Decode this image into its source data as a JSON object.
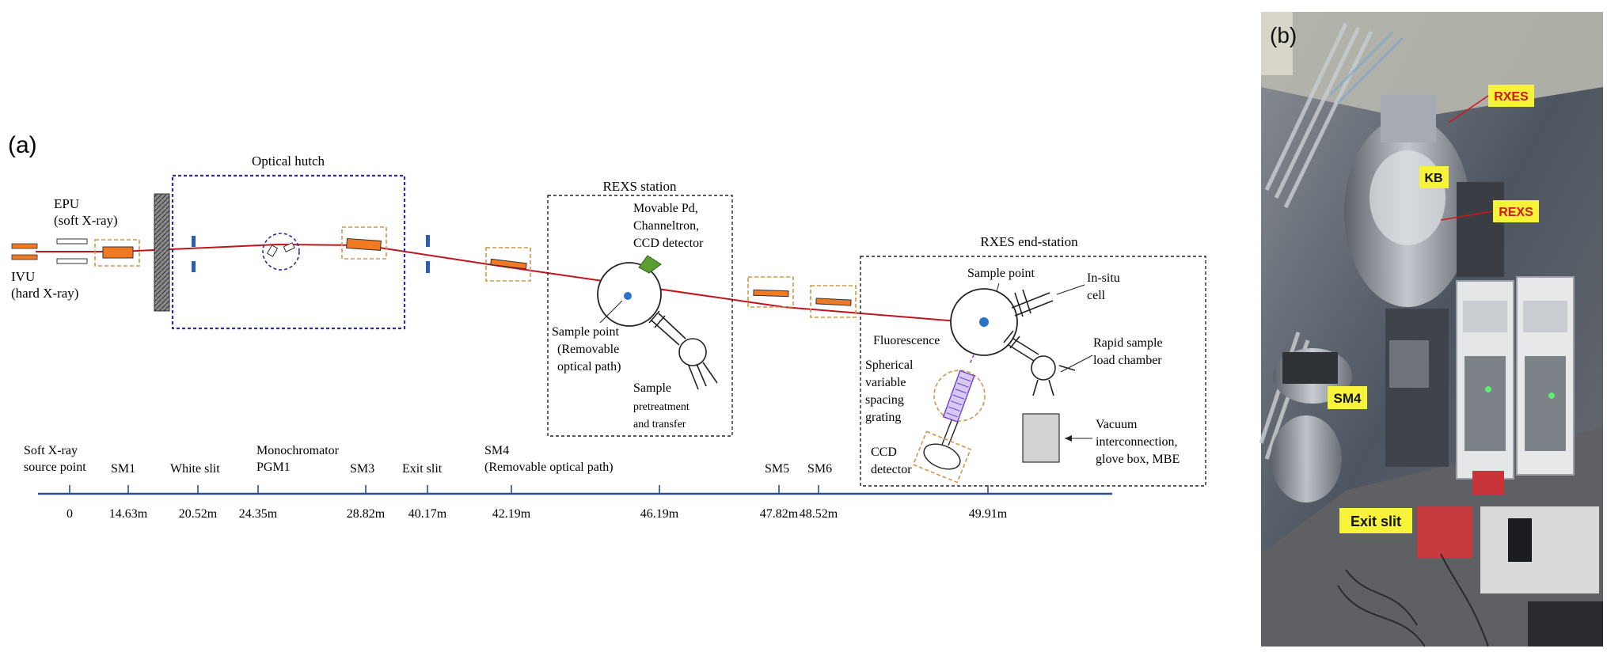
{
  "panel_a": {
    "label": "(a)",
    "sources": {
      "epu_name": "EPU",
      "epu_desc": "(soft X-ray)",
      "ivu_name": "IVU",
      "ivu_desc": "(hard X-ray)"
    },
    "optical_hutch": {
      "title": "Optical hutch"
    },
    "rexs_station": {
      "title": "REXS station",
      "detector_lines": [
        "Movable Pd,",
        "Channeltron,",
        "CCD detector"
      ],
      "sample_lines": [
        "Sample point",
        "(Removable",
        "optical path)"
      ],
      "pretreat_lines": [
        "Sample",
        "pretreatment",
        "and transfer"
      ]
    },
    "rxes_station": {
      "title": "RXES end-station",
      "sample_point": "Sample point",
      "insitu_lines": [
        "In-situ",
        "cell"
      ],
      "fluorescence": "Fluorescence",
      "grating_lines": [
        "Spherical",
        "variable",
        "spacing",
        "grating"
      ],
      "ccd_lines": [
        "CCD",
        "detector"
      ],
      "load_lines": [
        "Rapid sample",
        "load chamber"
      ],
      "vacuum_lines": [
        "Vacuum",
        "interconnection,",
        "glove box, MBE"
      ]
    },
    "scale": {
      "components": [
        {
          "lines": [
            "Soft X-ray",
            "source point"
          ]
        },
        {
          "lines": [
            "SM1"
          ]
        },
        {
          "lines": [
            "White slit"
          ]
        },
        {
          "lines": [
            "Monochromator",
            "PGM1"
          ]
        },
        {
          "lines": [
            "SM3"
          ]
        },
        {
          "lines": [
            "Exit slit"
          ]
        },
        {
          "lines": [
            "SM4",
            "(Removable optical path)"
          ]
        },
        {
          "lines": []
        },
        {
          "lines": [
            "SM5"
          ]
        },
        {
          "lines": [
            "SM6"
          ]
        },
        {
          "lines": []
        }
      ],
      "distances": [
        "0",
        "14.63m",
        "20.52m",
        "24.35m",
        "28.82m",
        "40.17m",
        "42.19m",
        "46.19m",
        "47.82m",
        "48.52m",
        "49.91m"
      ]
    }
  },
  "panel_b": {
    "label": "(b)",
    "tags": [
      "RXES",
      "KB",
      "REXS",
      "SM4",
      "Exit slit"
    ]
  },
  "colors": {
    "beam": "#c0141e",
    "mirror_fill": "#f07a22",
    "dashed_orange": "#d4954a",
    "hutch_blue": "#2b2f9a",
    "slit_blue": "#2a5fb0",
    "axis": "#2b4f8a",
    "tag_bg": "#f7f23a",
    "tag_red_text": "#d1161b"
  }
}
